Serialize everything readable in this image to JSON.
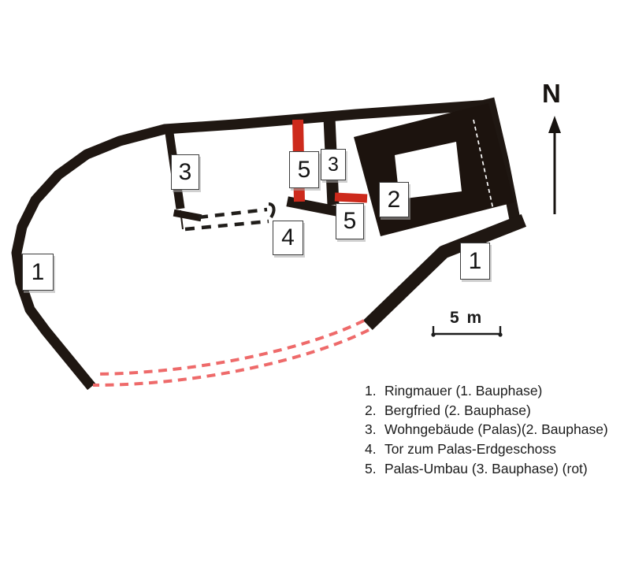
{
  "compass": {
    "label": "N"
  },
  "scale_bar": {
    "label": "5 m"
  },
  "markers": {
    "m1_west": "1",
    "m3_palas": "3",
    "m5_upper": "5",
    "m3_inner": "3",
    "m2_bergfried": "2",
    "m4_tor": "4",
    "m5_lower": "5",
    "m1_southeast": "1"
  },
  "legend": {
    "items": [
      {
        "num": "1.",
        "text": "Ringmauer (1. Bauphase)"
      },
      {
        "num": "2.",
        "text": "Bergfried (2. Bauphase)"
      },
      {
        "num": "3.",
        "text": "Wohngebäude (Palas)(2. Bauphase)"
      },
      {
        "num": "4.",
        "text": "Tor zum Palas-Erdgeschoss"
      },
      {
        "num": "5.",
        "text": "Palas-Umbau (3. Bauphase) (rot)"
      }
    ]
  },
  "colors": {
    "wall_black": "#1f1712",
    "phase3_red": "#cd2a1c",
    "ruin_dash_red": "#ee6a6a"
  }
}
